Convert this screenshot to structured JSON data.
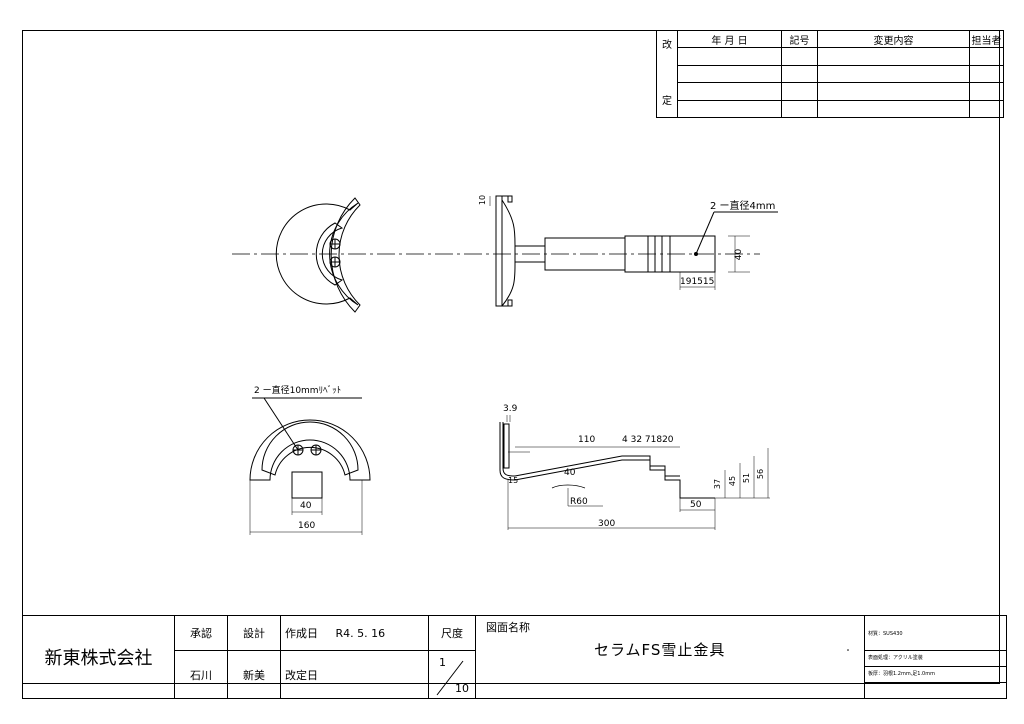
{
  "revision_table": {
    "side_label_top": "改",
    "side_label_bottom": "定",
    "headers": [
      "年 月 日",
      "記号",
      "変更内容",
      "担当者"
    ]
  },
  "title_block": {
    "company": "新東株式会社",
    "approve_label": "承認",
    "design_label": "設計",
    "approver": "石川",
    "designer": "新美",
    "created_label": "作成日",
    "created_date": "R4. 5. 16",
    "revised_label": "改定日",
    "scale_label": "尺度",
    "scale_num": "1",
    "scale_den": "10",
    "drawing_name_label": "図面名称",
    "drawing_name": "セラムFS雪止金具",
    "material": "材質：SUS430",
    "surface": "表面処理：アクリル塗装",
    "thickness": "板厚：羽根1.2mm,足1.0mm"
  },
  "annotations": {
    "hole_note": "2 ー直径4mm",
    "rivet_note": "2 ー直径10mmﾘﾍﾞｯﾄ",
    "dim_10": "10",
    "dim_40_side": "40",
    "dim_191515": "191515",
    "dim_40_front": "40",
    "dim_160": "160",
    "dim_39": "3.9",
    "dim_110": "110",
    "dim_chain": "4 32 71820",
    "dim_15": "15",
    "dim_40_bend": "40",
    "dim_r60": "R60",
    "dim_50": "50",
    "dim_300": "300",
    "dim_37": "37",
    "dim_45": "45",
    "dim_51": "51",
    "dim_56": "56"
  }
}
